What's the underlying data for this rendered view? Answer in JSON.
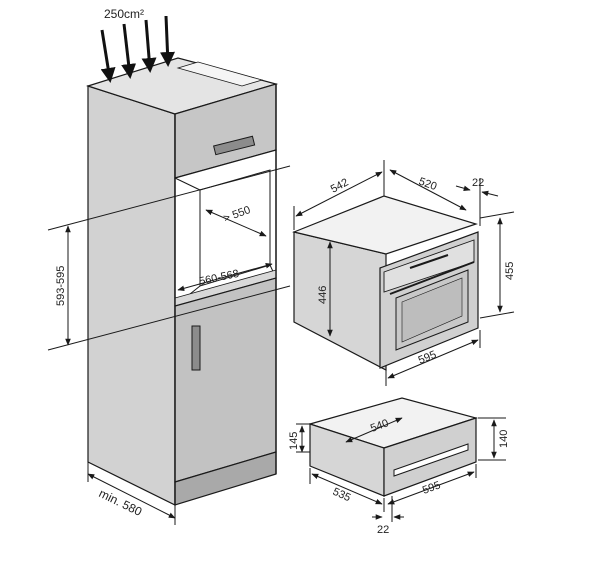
{
  "airflow": {
    "label": "250cm²"
  },
  "cabinet": {
    "depth_min": "min. 580",
    "niche_height": "593-595",
    "niche_depth": "> 550",
    "niche_width": "560-568"
  },
  "oven": {
    "depth": "542",
    "inner_width": "520",
    "front_depth": "22",
    "front_height": "455",
    "body_height": "446",
    "front_width": "595"
  },
  "drawer": {
    "inner_width": "540",
    "body_height": "145",
    "front_height": "140",
    "depth": "535",
    "front_width": "595",
    "front_depth": "22"
  },
  "colors": {
    "panel_light": "#d2d2d2",
    "panel_mid": "#bdbdbd",
    "panel_dark": "#9c9c9c",
    "line": "#1a1a1a"
  }
}
